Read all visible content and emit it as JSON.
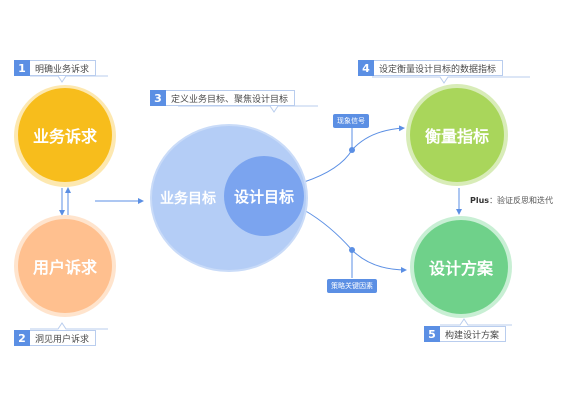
{
  "steps": [
    {
      "num": "1",
      "label": "明确业务诉求"
    },
    {
      "num": "2",
      "label": "洞见用户诉求"
    },
    {
      "num": "3",
      "label": "定义业务目标、聚焦设计目标"
    },
    {
      "num": "4",
      "label": "设定衡量设计目标的数据指标"
    },
    {
      "num": "5",
      "label": "构建设计方案"
    }
  ],
  "circles": {
    "business_need": "业务诉求",
    "user_need": "用户诉求",
    "business_goal": "业务目标",
    "design_goal": "设计目标",
    "metrics": "衡量指标",
    "design_solution": "设计方案"
  },
  "tags": {
    "signal": "现象信号",
    "strategy": "策略关键因素"
  },
  "plus_note": {
    "bold": "Plus",
    "text": "：验证反思和迭代"
  },
  "colors": {
    "accent": "#5b8fe4",
    "yellow": "#f7bd1c",
    "peach": "#ffc08f",
    "blue_light": "#b4cdf6",
    "blue": "#7ba4ef",
    "green_light": "#a9d65b",
    "green": "#6fd18a"
  }
}
